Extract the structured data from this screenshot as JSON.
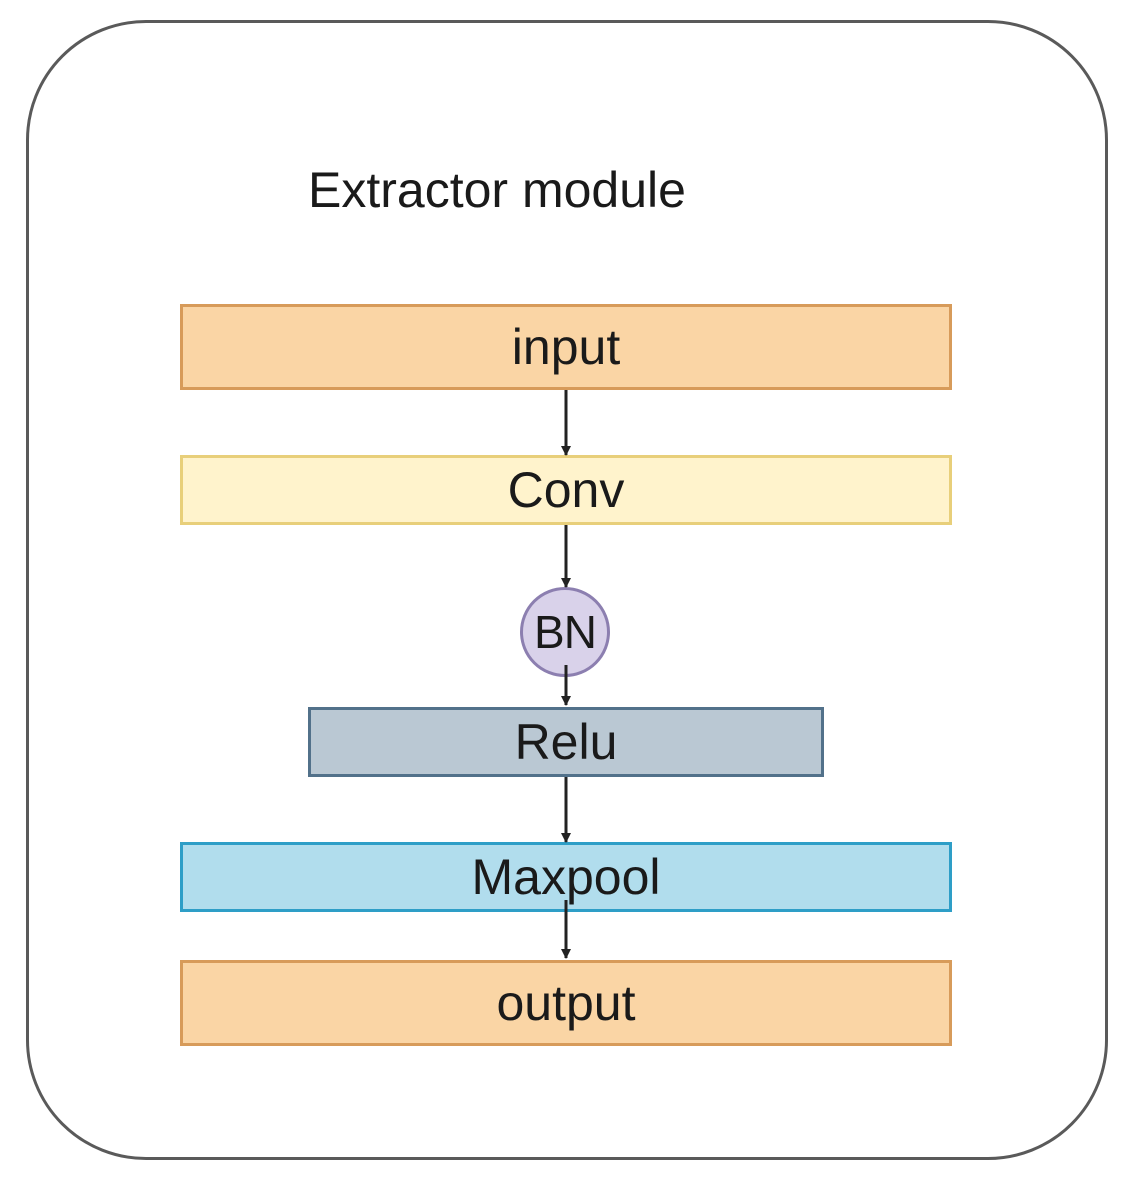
{
  "diagram": {
    "title": "Extractor module",
    "nodes": {
      "input": {
        "label": "input",
        "fill": "#fad5a5",
        "stroke": "#d79b5a"
      },
      "conv": {
        "label": "Conv",
        "fill": "#fff3cc",
        "stroke": "#e8cf7a"
      },
      "bn": {
        "label": "BN",
        "fill": "#d9d2ea",
        "stroke": "#8c7fb0"
      },
      "relu": {
        "label": "Relu",
        "fill": "#bac8d3",
        "stroke": "#52718a"
      },
      "maxpool": {
        "label": "Maxpool",
        "fill": "#b1dded",
        "stroke": "#2e9ec7"
      },
      "output": {
        "label": "output",
        "fill": "#fad5a5",
        "stroke": "#d79b5a"
      }
    },
    "edges": [
      {
        "from": "input",
        "to": "conv"
      },
      {
        "from": "conv",
        "to": "bn"
      },
      {
        "from": "bn",
        "to": "relu"
      },
      {
        "from": "relu",
        "to": "maxpool"
      },
      {
        "from": "maxpool",
        "to": "output"
      }
    ],
    "frame_stroke": "#5a5a5a",
    "arrow_color": "#222222"
  }
}
